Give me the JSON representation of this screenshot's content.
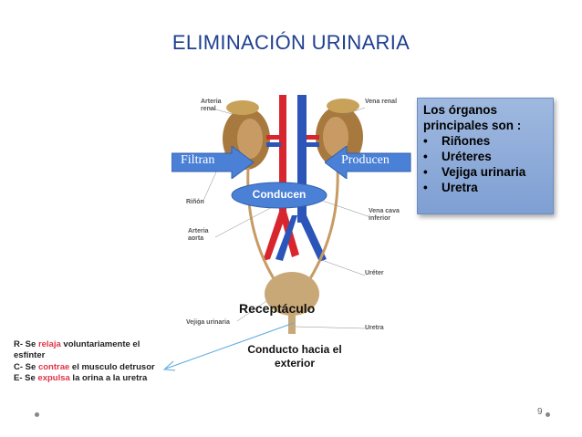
{
  "slide": {
    "title": "ELIMINACIÓN URINARIA",
    "page_number": "9"
  },
  "diagram": {
    "labels": {
      "arteria_renal": "Arteria renal",
      "vena_renal": "Vena renal",
      "rinon": "Riñón",
      "arteria_aorta": "Arteria aorta",
      "vena_cava": "Vena cava inferior",
      "ureter": "Uréter",
      "vejiga": "Vejiga urinaria",
      "uretra": "Uretra"
    },
    "arrows": {
      "filtran": "Filtran",
      "producen": "Producen",
      "conducen": "Conducen"
    },
    "receptaculo": "Receptáculo",
    "conducto": "Conducto hacia el exterior"
  },
  "organs_box": {
    "heading": "Los órganos principales son :",
    "items": [
      "Riñones",
      "Uréteres",
      "Vejiga urinaria",
      "Uretra"
    ],
    "color": "#8fabd9"
  },
  "notes": [
    {
      "prefix": "R- Se ",
      "highlight": "relaja",
      "suffix": " voluntariamente el esfínter"
    },
    {
      "prefix": "C- Se ",
      "highlight": "contrae",
      "suffix": " el musculo detrusor"
    },
    {
      "prefix": "E- Se ",
      "highlight": "expulsa",
      "suffix": " la orina a la uretra"
    }
  ],
  "colors": {
    "title": "#1f3f8f",
    "arrow_fill": "#4a80d6",
    "highlight": "#e0334a",
    "artery": "#d8262e",
    "vein": "#2b55b8",
    "kidney": "#a8793f"
  }
}
